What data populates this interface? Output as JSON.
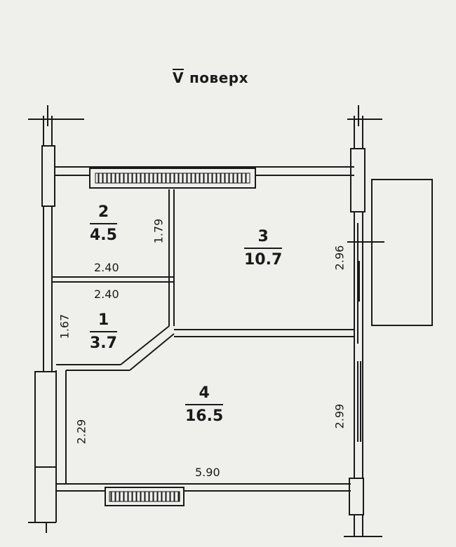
{
  "floor": {
    "roman": "V",
    "word": "поверх"
  },
  "rooms": [
    {
      "number": "1",
      "area": "3.7"
    },
    {
      "number": "2",
      "area": "4.5"
    },
    {
      "number": "3",
      "area": "10.7"
    },
    {
      "number": "4",
      "area": "16.5"
    }
  ],
  "dimensions": {
    "room2_width": "2.40",
    "room2_height": "1.79",
    "room1_width": "2.40",
    "room1_height": "1.67",
    "room3_height": "2.96",
    "room4_right_height": "2.99",
    "room4_left_height": "2.29",
    "room4_width": "5.90"
  },
  "colors": {
    "line": "#1a1a1a",
    "paper": "#efefec"
  }
}
